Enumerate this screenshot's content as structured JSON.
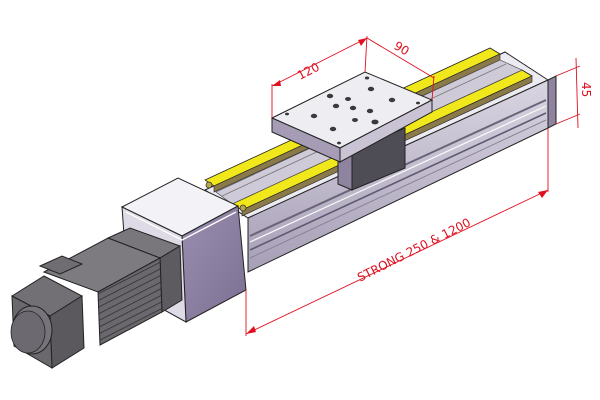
{
  "drawing": {
    "type": "isometric CAD illustration",
    "subject": "linear actuator module with motor",
    "line_color": "#1a1a1a",
    "dimension_color": "#e01020",
    "colors": {
      "rail_yellow": "#f0e81a",
      "rail_olive": "#8a7a4a",
      "aluminum_light": "#e8e6ee",
      "aluminum_mid": "#b9b2c6",
      "aluminum_dark": "#8e84a0",
      "motor_dark": "#5a575c",
      "motor_mid": "#7a777c",
      "housing_light": "#f2f1f6",
      "housing_side": "#8b7fa0"
    }
  },
  "dimensions": {
    "carriage_length": "120",
    "carriage_width": "90",
    "height": "45",
    "stroke_label": "STRONG 250  &  1200"
  }
}
